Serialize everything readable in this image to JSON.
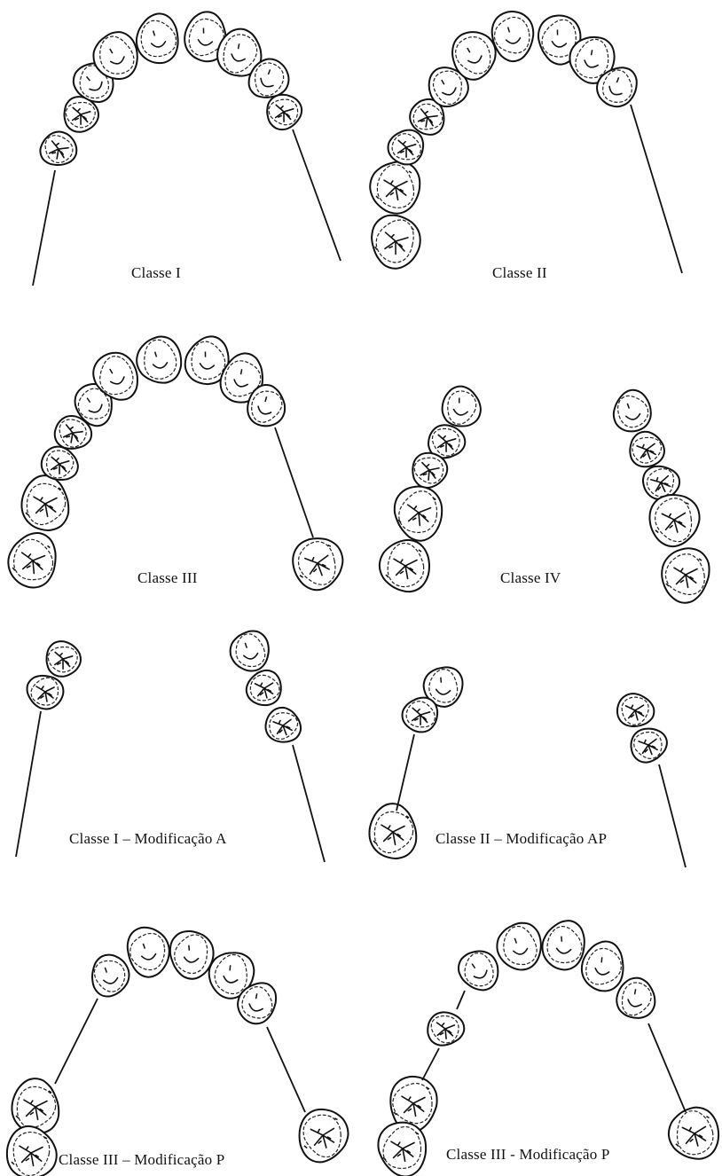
{
  "panels": [
    {
      "id": "classe-i",
      "caption": "Classe I"
    },
    {
      "id": "classe-ii",
      "caption": "Classe II"
    },
    {
      "id": "classe-iii",
      "caption": "Classe III"
    },
    {
      "id": "classe-iv",
      "caption": "Classe IV"
    },
    {
      "id": "classe-i-mod-a",
      "caption": "Classe I – Modificação A"
    },
    {
      "id": "classe-ii-mod-ap",
      "caption": "Classe II – Modificação AP"
    },
    {
      "id": "classe-iii-mod-p-1",
      "caption": "Classe III – Modificação P"
    },
    {
      "id": "classe-iii-mod-p-2",
      "caption": "Classe III - Modificação P"
    }
  ]
}
